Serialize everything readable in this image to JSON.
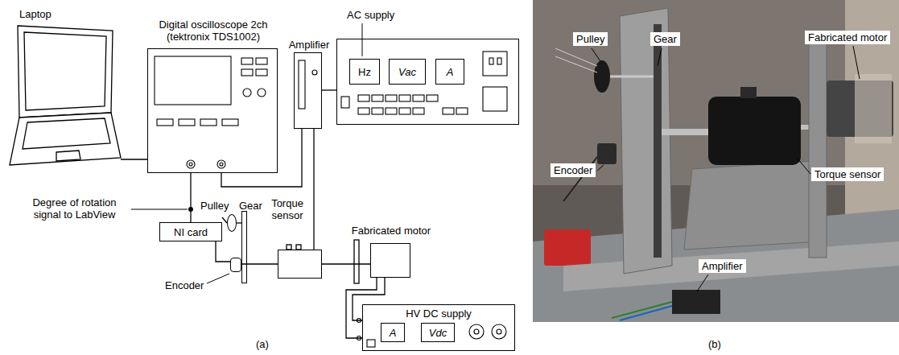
{
  "diagram": {
    "nodes": [
      {
        "text": [
          "Laptop"
        ]
      },
      {
        "text": [
          "Digital oscilloscope 2ch (tektronix TDS1002)"
        ]
      },
      {
        "text": [
          "Amplifier"
        ]
      },
      {
        "text": [
          "AC supply"
        ]
      },
      {
        "text": [
          "Hz"
        ],
        "in": 3
      },
      {
        "text": [
          "Vac"
        ],
        "in": 3
      },
      {
        "text": [
          "A"
        ],
        "in": 3
      },
      {
        "text": [
          "NI card"
        ]
      },
      {
        "text": [
          "Pulley"
        ]
      },
      {
        "text": [
          "Gear"
        ]
      },
      {
        "text": [
          "Torque sensor"
        ]
      },
      {
        "text": [
          "Fabricated motor"
        ]
      },
      {
        "text": [
          "Encoder"
        ]
      },
      {
        "text": [
          "HV DC supply"
        ]
      },
      {
        "text": [
          "A"
        ],
        "in": 13
      },
      {
        "text": [
          "Vdc"
        ],
        "in": 13
      },
      {
        "text": [
          "Pulley"
        ]
      },
      {
        "text": [
          "Gear"
        ]
      },
      {
        "text": [
          "Fabricated motor"
        ]
      },
      {
        "text": [
          "Encoder"
        ]
      },
      {
        "text": [
          "Torque sensor"
        ]
      },
      {
        "text": [
          "Amplifier"
        ]
      }
    ],
    "edges": [
      {
        "from": 0,
        "to": 1,
        "arrow": "none"
      },
      {
        "from": 1,
        "to": 7,
        "arrow": "none"
      },
      {
        "from": 1,
        "to": 2,
        "arrow": "none"
      },
      {
        "from": 2,
        "to": 3,
        "arrow": "none"
      },
      {
        "from": 2,
        "to": 10,
        "arrow": "none"
      },
      {
        "from": 7,
        "to": 12,
        "arrow": "none"
      },
      {
        "from": 12,
        "to": 10,
        "arrow": "none"
      },
      {
        "from": 10,
        "to": 11,
        "arrow": "none"
      },
      {
        "from": 11,
        "to": 13,
        "arrow": "none"
      },
      {
        "from": 11,
        "to": 13,
        "arrow": "none"
      }
    ],
    "labels": [
      "Degree of rotation signal to LabView",
      "(a)",
      "(b)"
    ]
  }
}
